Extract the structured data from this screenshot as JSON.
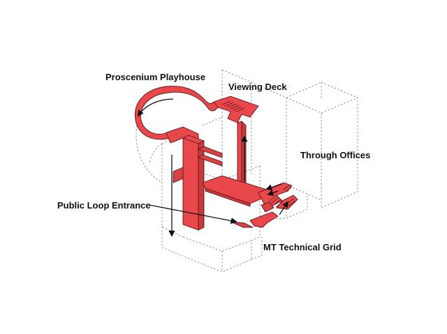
{
  "labels": {
    "proscenium": "Proscenium Playhouse",
    "viewing_deck": "Viewing Deck",
    "through_offices": "Through Offices",
    "public_loop": "Public Loop Entrance",
    "technical_grid": "MT Technical Grid"
  },
  "colors": {
    "path_fill": "#e8484b",
    "path_stroke": "#5a1414",
    "massing_line": "#8a8a8a",
    "arrow": "#111111",
    "text": "#111111"
  },
  "icons": [
    "arrow-icon",
    "stair-icon"
  ]
}
